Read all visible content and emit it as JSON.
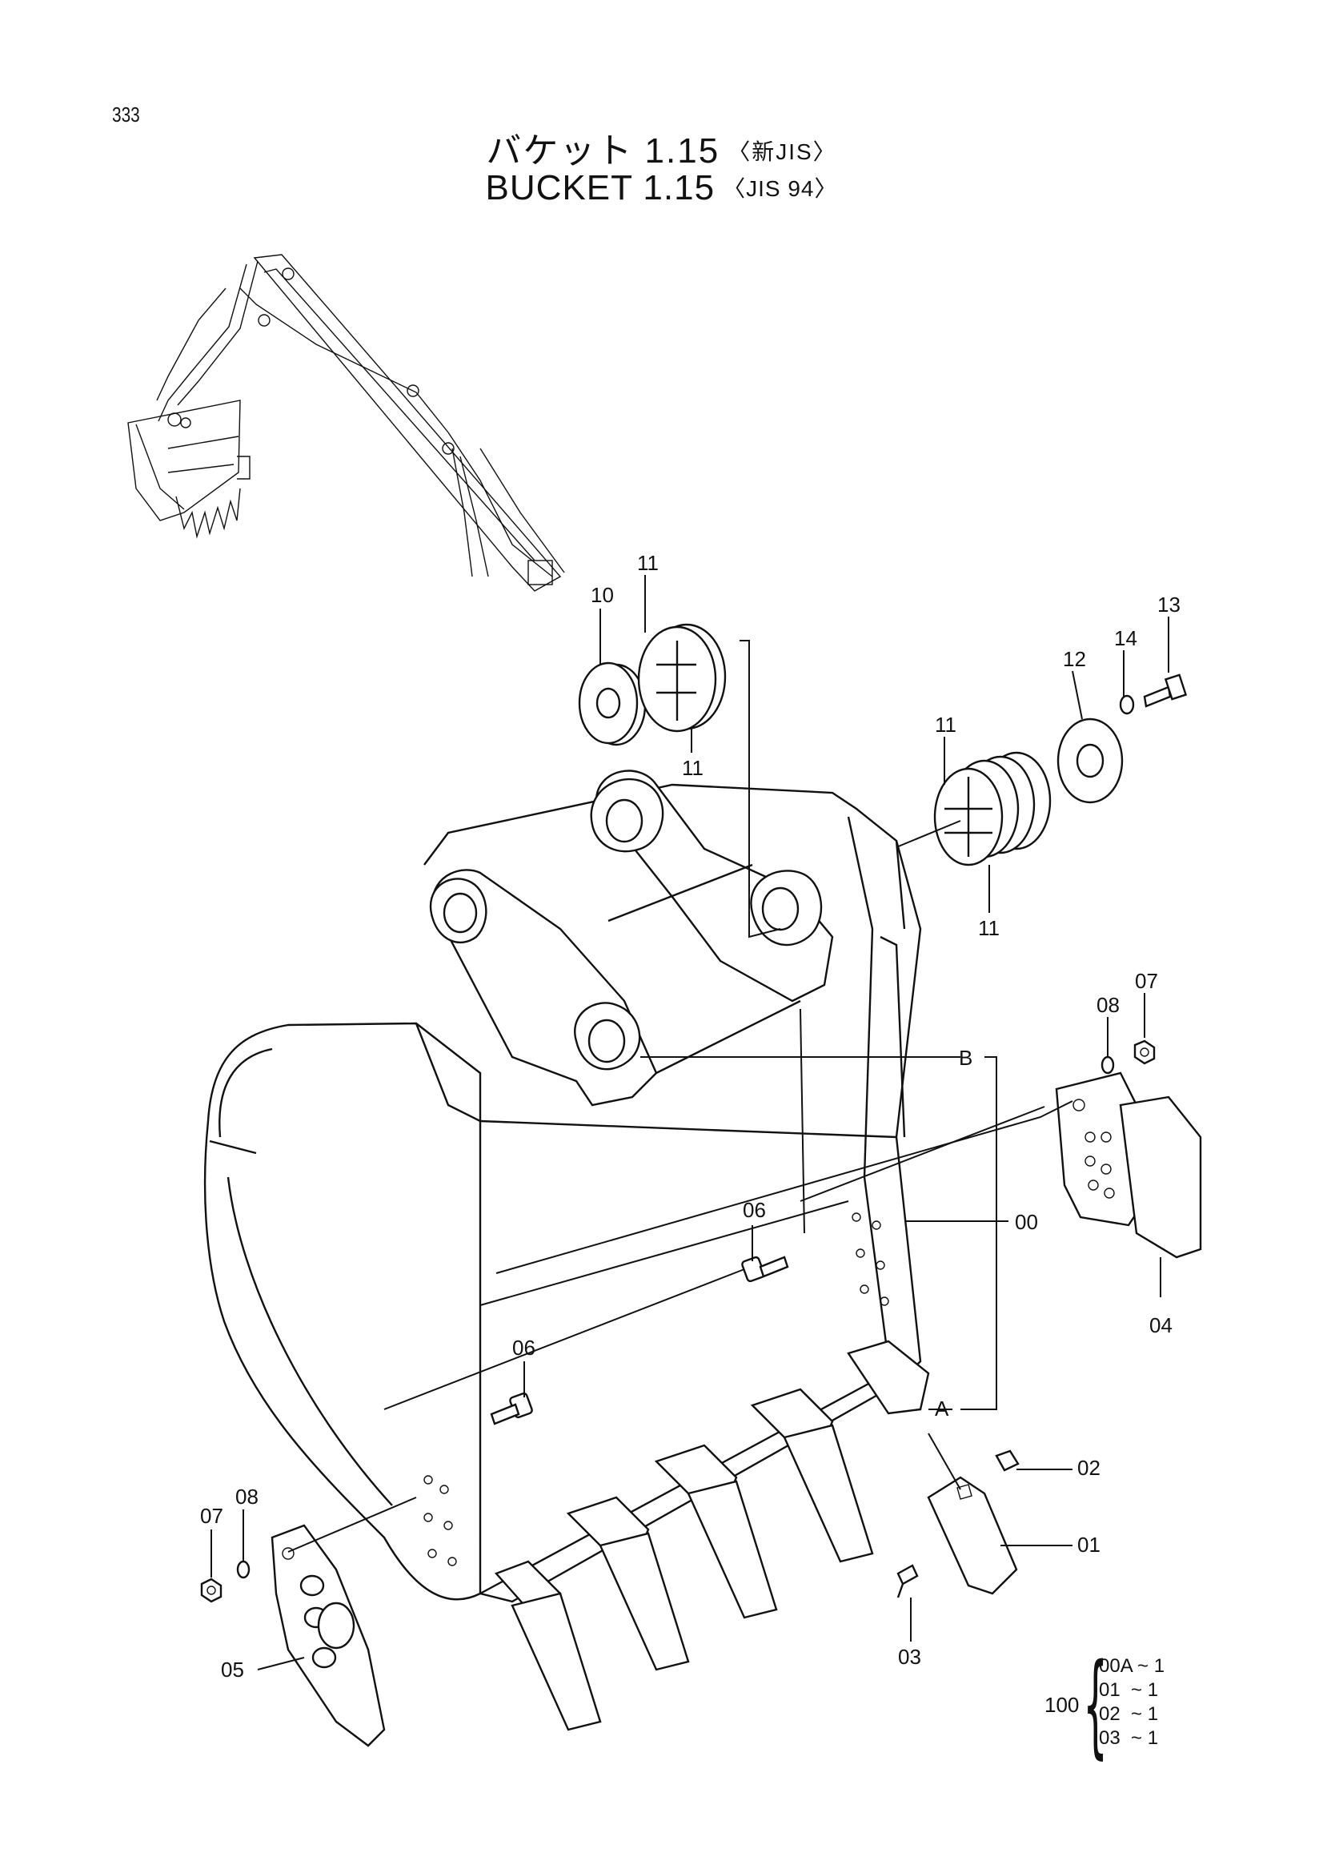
{
  "page_number": "333",
  "title": {
    "ja": "バケット 1.15",
    "ja_standard": "〈新JIS〉",
    "en": "BUCKET 1.15",
    "en_standard": "〈JIS 94〉"
  },
  "callouts": {
    "c00": "00",
    "c01": "01",
    "c02": "02",
    "c03": "03",
    "c04": "04",
    "c05": "05",
    "c06a": "06",
    "c06b": "06",
    "c07a": "07",
    "c07b": "07",
    "c08a": "08",
    "c08b": "08",
    "c10": "10",
    "c11a": "11",
    "c11b": "11",
    "c11c": "11",
    "c11d": "11",
    "c12": "12",
    "c13": "13",
    "c14": "14",
    "ref_a": "A",
    "ref_b": "B"
  },
  "quantity_set": {
    "total": "100",
    "rows": [
      "00A ~ 1",
      "01  ~ 1",
      "02  ~ 1",
      "03  ~ 1"
    ]
  },
  "icons": [
    "excavator-front-attachment-icon",
    "bucket-assembly-drawing"
  ]
}
